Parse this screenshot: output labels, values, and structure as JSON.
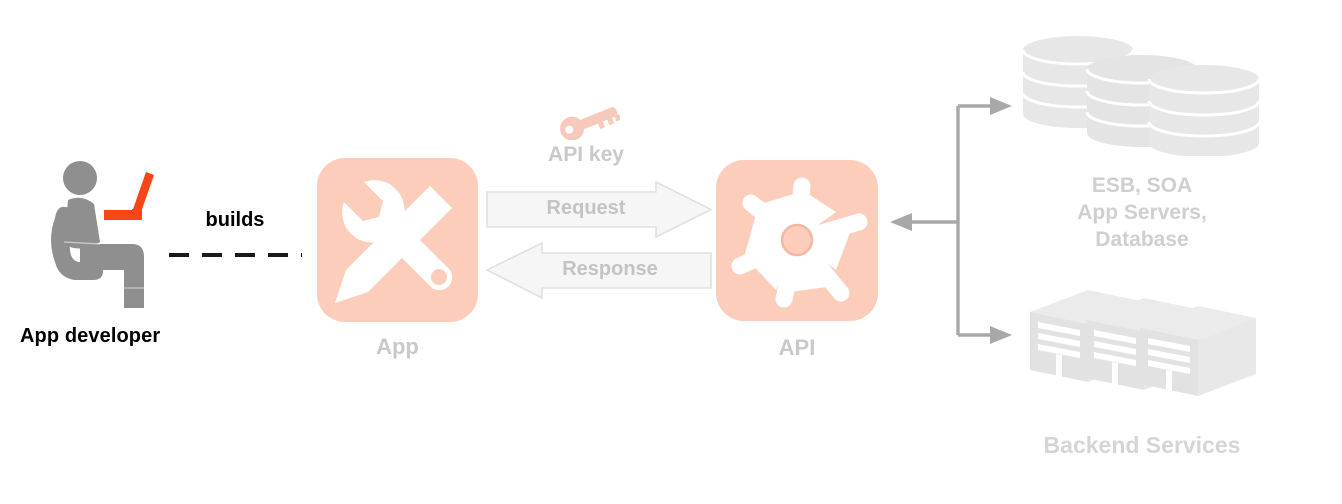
{
  "diagram": {
    "title": "API architecture diagram",
    "colors": {
      "tile_peach": "#fdcdbc",
      "laptop_orange": "#fa4616",
      "person_gray": "#8f8f8f",
      "label_gray": "#c9c9c9",
      "backend_gray": "#e6e6e6",
      "connector_gray": "#a8a8a8",
      "arrow_fill": "#f6f6f6",
      "arrow_stroke": "#dcdcdc",
      "key_pink": "#f6c9bb",
      "text_black": "#000000"
    },
    "actor": {
      "label": "App developer",
      "icon": "seated-developer-with-laptop-icon"
    },
    "builds_connector": {
      "label": "builds",
      "style": "dashed"
    },
    "app": {
      "label": "App",
      "icon": "wrench-and-pencil-tools-icon"
    },
    "api_key": {
      "label": "API key",
      "icon": "key-icon"
    },
    "request_arrow": {
      "label": "Request",
      "direction": "right"
    },
    "response_arrow": {
      "label": "Response",
      "direction": "left"
    },
    "api": {
      "label": "API",
      "icon": "api-hub-starburst-icon"
    },
    "backend": {
      "database": {
        "label": "ESB, SOA\nApp Servers,\nDatabase",
        "line1": "ESB, SOA",
        "line2": "App Servers,",
        "line3": "Database",
        "icon": "database-cylinder-stack-icon"
      },
      "services": {
        "label": "Backend Services",
        "icon": "server-rack-icon"
      }
    }
  }
}
